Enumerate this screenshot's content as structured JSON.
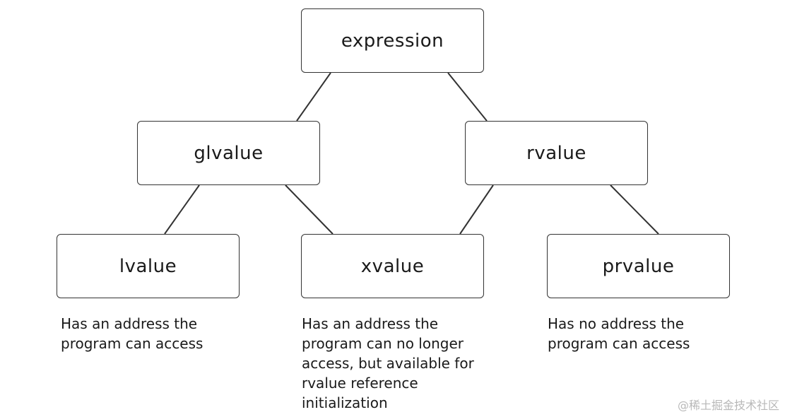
{
  "nodes": {
    "expression": "expression",
    "glvalue": "glvalue",
    "rvalue": "rvalue",
    "lvalue": "lvalue",
    "xvalue": "xvalue",
    "prvalue": "prvalue"
  },
  "edges": [
    {
      "from": "expression",
      "to": "glvalue"
    },
    {
      "from": "expression",
      "to": "rvalue"
    },
    {
      "from": "glvalue",
      "to": "lvalue"
    },
    {
      "from": "glvalue",
      "to": "xvalue"
    },
    {
      "from": "rvalue",
      "to": "xvalue"
    },
    {
      "from": "rvalue",
      "to": "prvalue"
    }
  ],
  "descriptions": {
    "lvalue": "Has an address the\nprogram can access",
    "xvalue": "Has an address the\nprogram can no longer\naccess, but available for\nrvalue reference\ninitialization",
    "prvalue": "Has no address the\nprogram can access"
  },
  "watermark": "@稀土掘金技术社区"
}
